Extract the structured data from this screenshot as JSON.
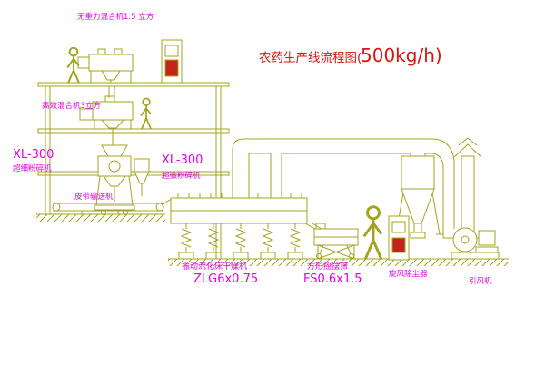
{
  "colors": {
    "line": "#a3a320",
    "magenta": "#e800e8",
    "red": "#e01010",
    "accent": "#c42418"
  },
  "title": {
    "prefix": "农药生产线流程图(",
    "rate": "500kg/h)"
  },
  "labels": {
    "mixer_top": "无重力混合机1.5 立方",
    "mixer_2f": "高效混合机3立方",
    "mill_left_model": "XL-300",
    "mill_left_name": "超细粉碎机",
    "mill_center_model": "XL-300",
    "mill_center_name": "超微粉碎机",
    "belt_conveyor": "皮带输送机",
    "dryer_name": "振动流化床干燥机",
    "dryer_model": "ZLG6x0.75",
    "sieve_name": "方形摇摆筛",
    "sieve_model": "FS0.6x1.5",
    "cyclone": "旋风除尘器",
    "fan": "引风机"
  }
}
